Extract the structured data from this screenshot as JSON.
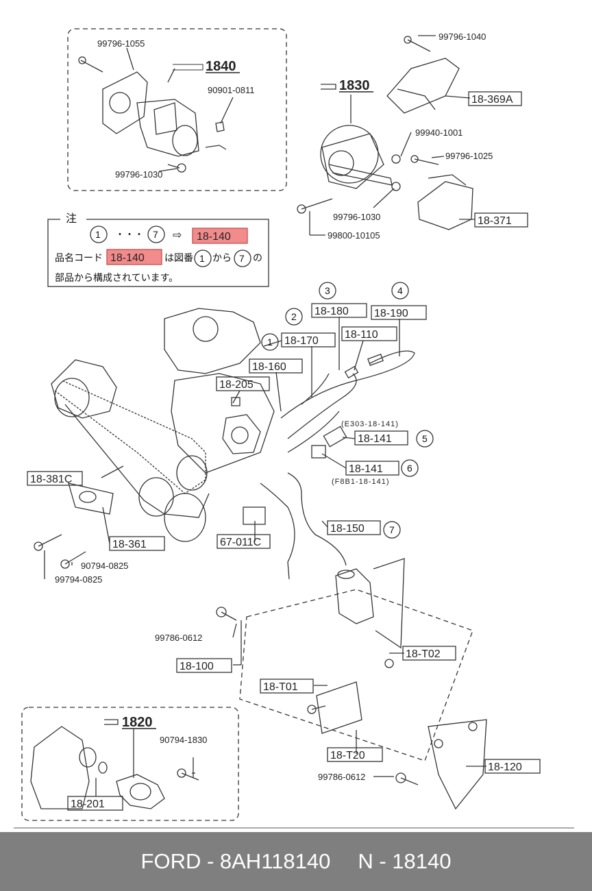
{
  "diagram": {
    "inset_top_left": {
      "ref": "1840",
      "parts": [
        "99796-1055",
        "90901-0811",
        "99796-1030"
      ]
    },
    "inset_top_right": {
      "ref": "1830",
      "parts": [
        "99796-1040",
        "18-369A",
        "99940-1001",
        "99796-1025",
        "99796-1030",
        "18-371",
        "99800-10105"
      ]
    },
    "note": {
      "title": "注",
      "range_from": "1",
      "dots": "・・・",
      "range_to": "7",
      "arrow": "⇨",
      "part_code": "18-140",
      "line2_prefix": "品名コード",
      "line2_code": "18-140",
      "line2_mid": "は図番",
      "line2_from": "1",
      "line2_kara": "から",
      "line2_to": "7",
      "line2_no": "の",
      "line3": "部品から構成されています。"
    },
    "wires": {
      "n1": "1",
      "n2": "2",
      "n3": "3",
      "n4": "4",
      "n5": "5",
      "n6": "6",
      "n7": "7",
      "p170": "18-170",
      "p180": "18-180",
      "p190": "18-190",
      "p110": "18-110",
      "p160": "18-160",
      "p205": "18-205",
      "p141a": "18-141",
      "p141b": "18-141",
      "p141a_note": "(E303-18-141)",
      "p141b_note": "(F8B1-18-141)",
      "p150": "18-150"
    },
    "belt": {
      "p381c": "18-381C",
      "p361": "18-361",
      "b1": "90794-0825",
      "b2": "99794-0825",
      "p67": "67-011C"
    },
    "coil": {
      "bolt_top": "99786-0612",
      "p100": "18-100",
      "pt02": "18-T02",
      "pt01": "18-T01",
      "pt20": "18-T20",
      "p120": "18-120",
      "bolt_bottom": "99786-0612"
    },
    "inset_bottom_left": {
      "ref": "1820",
      "parts": [
        "90794-1830",
        "18-201"
      ]
    }
  },
  "footer": {
    "left": "FORD - 8AH118140",
    "right": "N - 18140"
  },
  "colors": {
    "highlight": "#f28b8b",
    "footer_bg": "#7f7f7f",
    "line": "#333333"
  }
}
